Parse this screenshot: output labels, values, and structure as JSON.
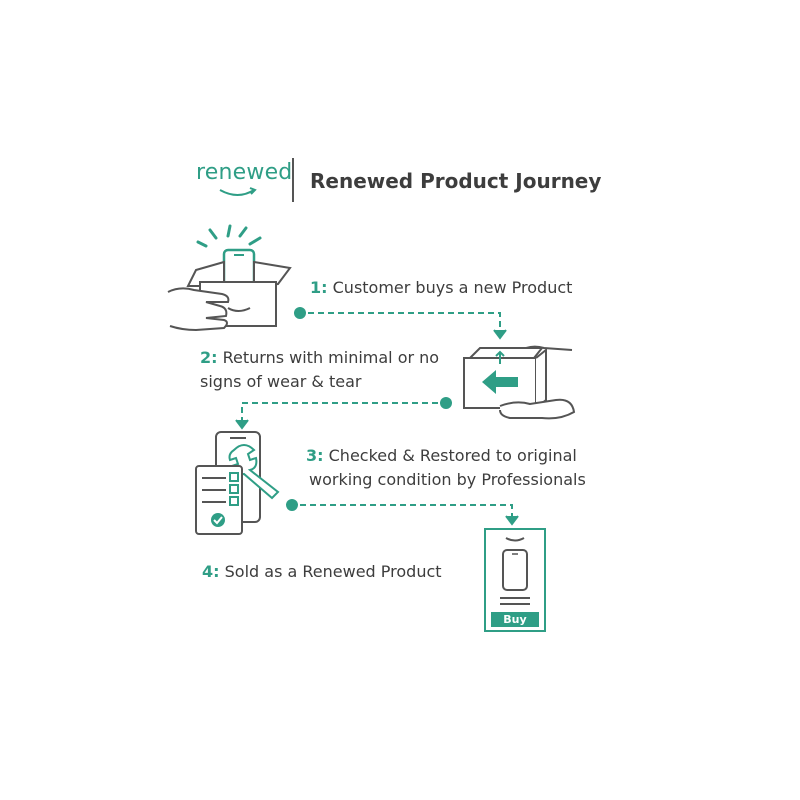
{
  "header": {
    "brand": "renewed",
    "title": "Renewed Product Journey"
  },
  "steps": [
    {
      "number": "1:",
      "lines": [
        "Customer buys a new Product"
      ]
    },
    {
      "number": "2:",
      "lines": [
        "Returns with minimal or no",
        "signs of wear & tear"
      ]
    },
    {
      "number": "3:",
      "lines": [
        "Checked & Restored to original",
        "working condition by Professionals"
      ]
    },
    {
      "number": "4:",
      "lines": [
        "Sold as a Renewed Product"
      ]
    }
  ],
  "buy_card": {
    "button_label": "Buy"
  },
  "colors": {
    "accent": "#2f9e86",
    "text": "#3d3d3d",
    "outline": "#555555"
  },
  "icons": [
    "open-box-with-phone-icon",
    "return-box-icon",
    "checklist-repair-icon",
    "buy-card-icon"
  ]
}
